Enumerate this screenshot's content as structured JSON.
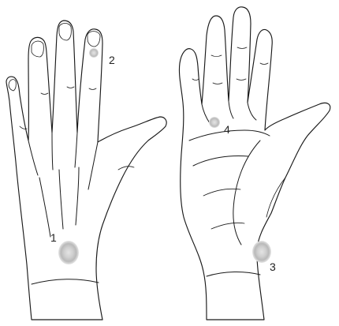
{
  "markers": [
    {
      "label": "1"
    },
    {
      "label": "2"
    },
    {
      "label": "3"
    },
    {
      "label": "4"
    }
  ],
  "colors": {
    "outline": "#1a1a1a",
    "marker_fill": "#c6c6c6",
    "marker_ring": "#e0e0e0",
    "marker_core": "#d8d8d8",
    "background": "#ffffff"
  }
}
